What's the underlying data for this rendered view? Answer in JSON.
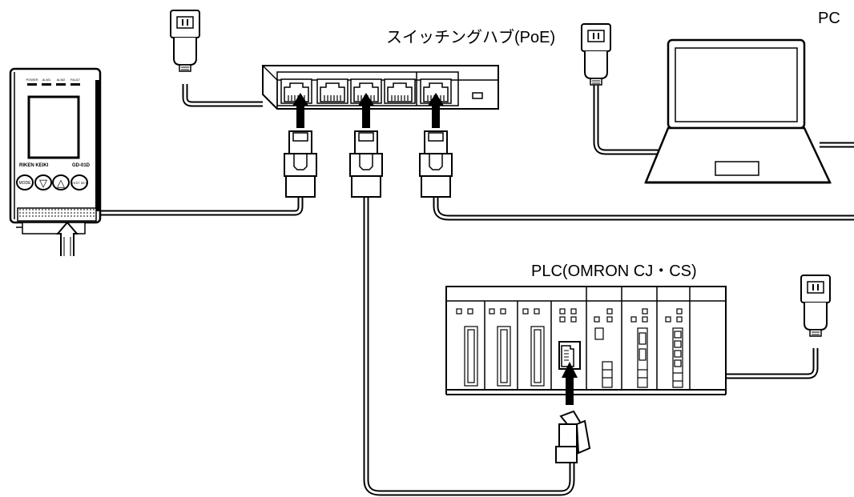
{
  "labels": {
    "switching_hub": "スイッチングハブ(PoE)",
    "pc": "PC",
    "plc": "PLC(OMRON CJ・CS)"
  },
  "detector": {
    "status_leds": [
      "POWER",
      "ALM1",
      "ALM2",
      "FAULT"
    ],
    "brand": "RIKEN KEIKI",
    "model": "GD-01D",
    "buttons": [
      "MODE",
      "▽",
      "△",
      "TEST SET"
    ]
  },
  "icons": {
    "hub_ports": "ethernet-port-icon",
    "plugs": "power-adapter-icon",
    "connectors": "rj45-connector-icon",
    "arrows": "up-arrow-icon"
  },
  "colors": {
    "line": "#000000",
    "background": "#ffffff",
    "device_fill": "#ffffff",
    "screen_fill": "#ffffff"
  }
}
